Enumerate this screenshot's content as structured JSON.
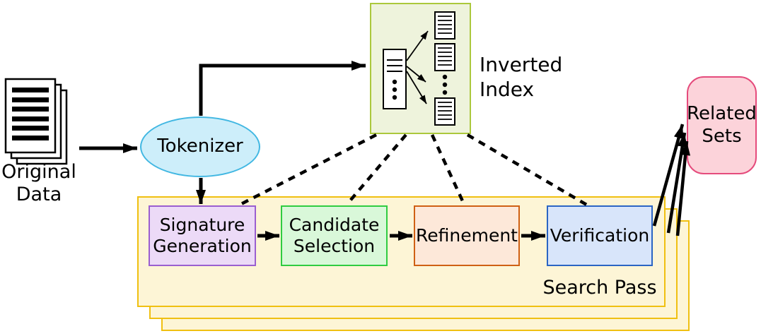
{
  "diagram": {
    "original_data": {
      "label": "Original Data",
      "icon": "document-stack-icon"
    },
    "tokenizer": {
      "label": "Tokenizer",
      "fill": "#cdeefa",
      "border": "#41b7e2"
    },
    "inverted_index": {
      "label": "Inverted Index",
      "icon": "index-fanout-icon",
      "fill": "#eef3dc",
      "border": "#abc83c"
    },
    "search_pass": {
      "label": "Search Pass",
      "fill": "#fdf5d6",
      "border": "#f0c011",
      "stacked_layers": 3
    },
    "steps": [
      {
        "id": "signature-generation",
        "label": "Signature Generation",
        "fill": "#ecdaf7",
        "border": "#9a5fd0"
      },
      {
        "id": "candidate-selection",
        "label": "Candidate Selection",
        "fill": "#d9f8d9",
        "border": "#2fcc41"
      },
      {
        "id": "refinement",
        "label": "Refinement",
        "fill": "#fde8d9",
        "border": "#cf6014"
      },
      {
        "id": "verification",
        "label": "Verification",
        "fill": "#d8e5fa",
        "border": "#2b65c4"
      }
    ],
    "related_sets": {
      "label": "Related Sets",
      "fill": "#fcd3da",
      "border": "#e54b7c"
    },
    "connector_color": "#000000"
  }
}
